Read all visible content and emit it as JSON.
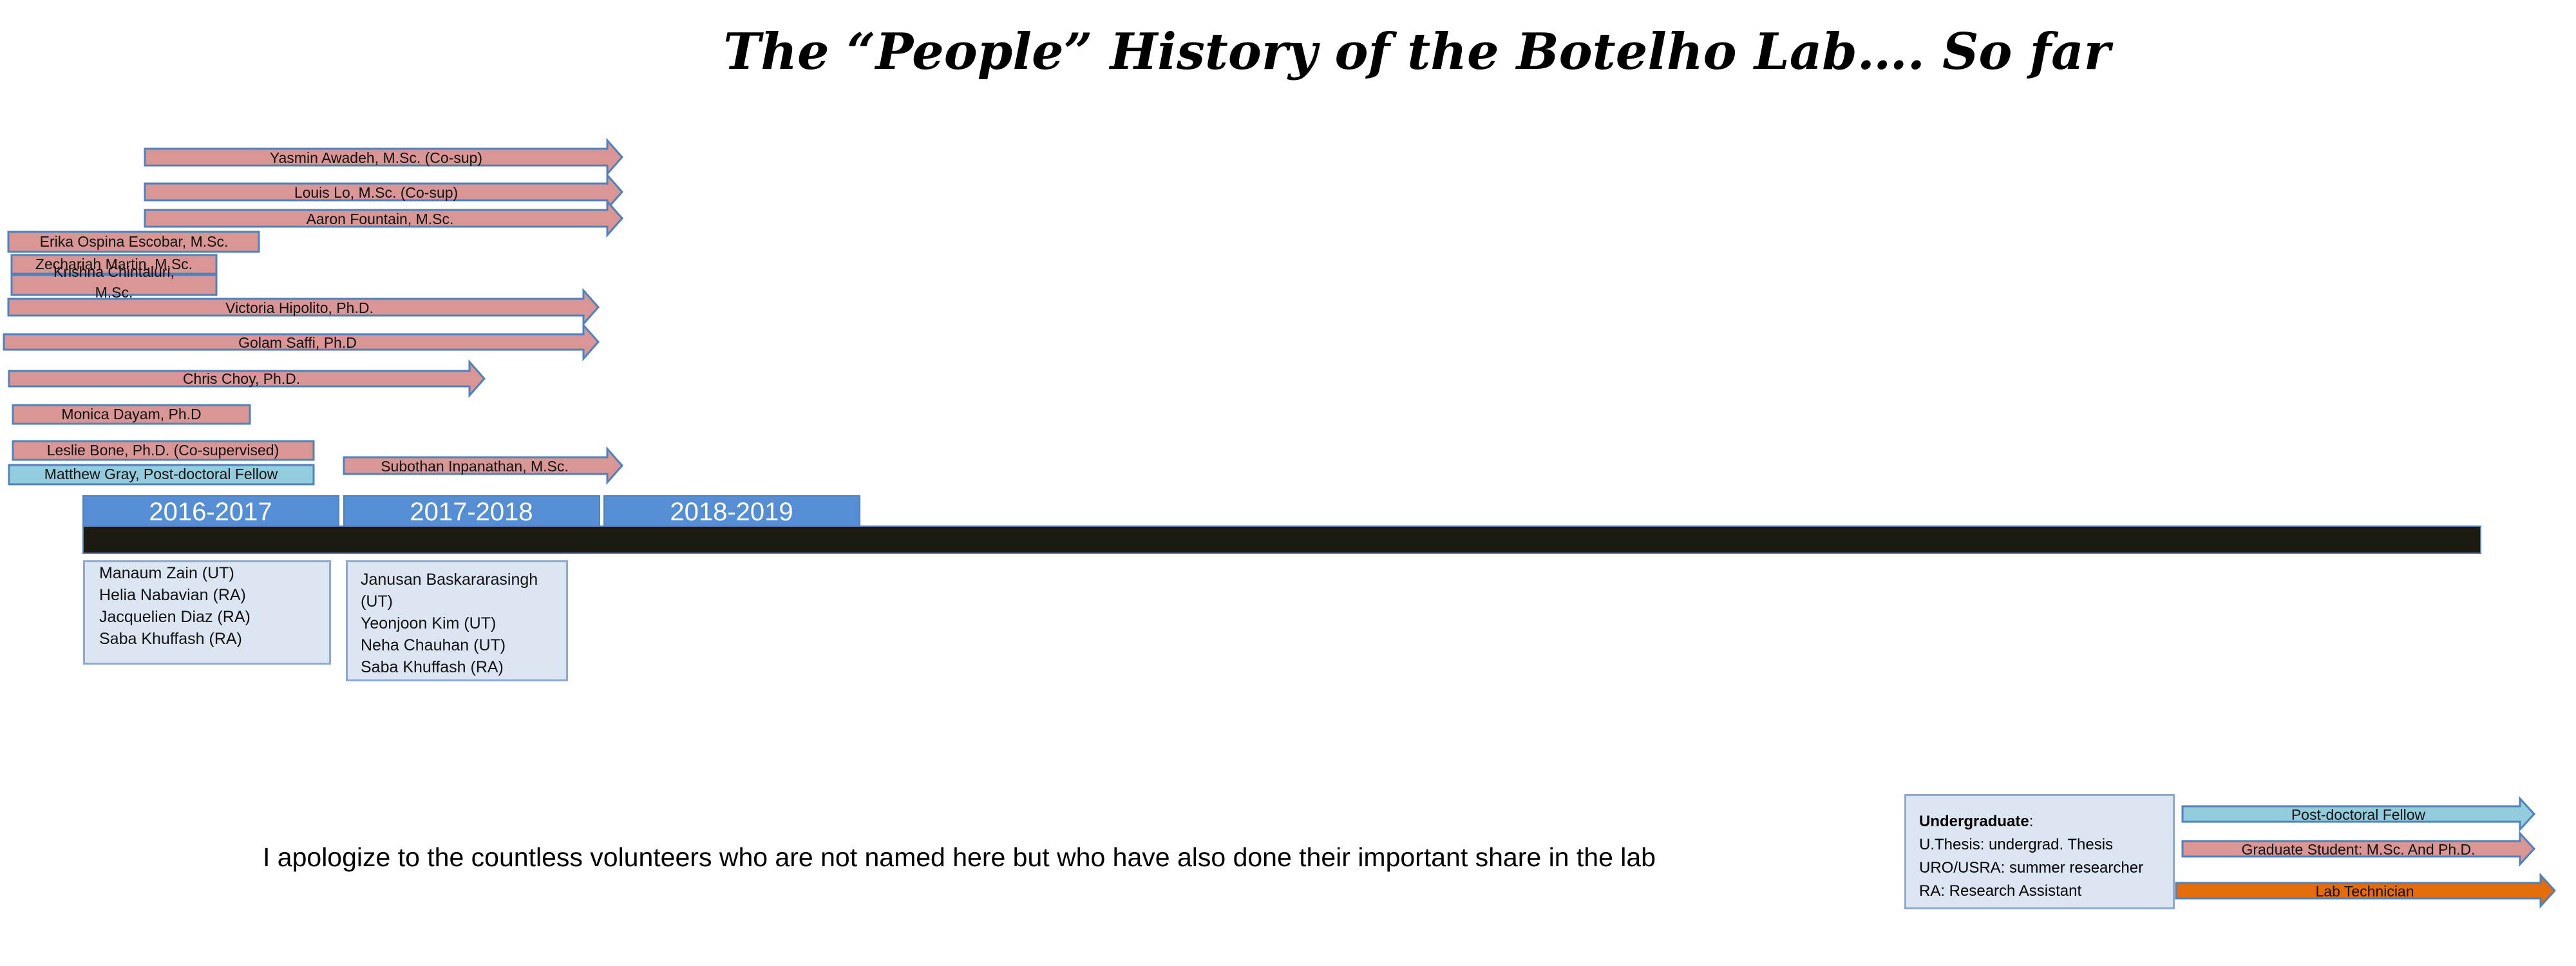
{
  "title": "The “People” History of the Botelho Lab…. So far",
  "colors": {
    "graduate": "#d99694",
    "postdoc": "#93cddd",
    "technician": "#e46c0a",
    "year_bar": "#558ed5",
    "timeline_axis": "#1d1b10",
    "arrow_border": "#4f81bd"
  },
  "people": [
    {
      "name": "Yasmin Awadeh, M.Sc. (Co-sup)",
      "role": "graduate",
      "ongoing": true
    },
    {
      "name": "Louis Lo, M.Sc. (Co-sup)",
      "role": "graduate",
      "ongoing": true
    },
    {
      "name": "Aaron Fountain, M.Sc.",
      "role": "graduate",
      "ongoing": true
    },
    {
      "name": "Erika Ospina Escobar, M.Sc.",
      "role": "graduate",
      "ongoing": false
    },
    {
      "name": "Zechariah Martin, M.Sc.",
      "role": "graduate",
      "ongoing": false
    },
    {
      "name": "Krishna Chintaluri, M.Sc.",
      "role": "graduate",
      "ongoing": false
    },
    {
      "name": "Victoria Hipolito, Ph.D.",
      "role": "graduate",
      "ongoing": true
    },
    {
      "name": "Golam Saffi, Ph.D",
      "role": "graduate",
      "ongoing": true
    },
    {
      "name": "Chris Choy, Ph.D.",
      "role": "graduate",
      "ongoing": true
    },
    {
      "name": "Monica Dayam, Ph.D",
      "role": "graduate",
      "ongoing": false
    },
    {
      "name": "Leslie Bone, Ph.D. (Co-supervised)",
      "role": "graduate",
      "ongoing": false
    },
    {
      "name": "Matthew Gray, Post-doctoral Fellow",
      "role": "postdoc",
      "ongoing": false
    },
    {
      "name": "Subothan Inpanathan, M.Sc.",
      "role": "graduate",
      "ongoing": true
    }
  ],
  "years": [
    "2016-2017",
    "2017-2018",
    "2018-2019"
  ],
  "undergrads": [
    {
      "year": "2016-2017",
      "entries": [
        "Manaum Zain (UT)",
        "Helia Nabavian (RA)",
        "Jacquelien Diaz (RA)",
        "Saba Khuffash (RA)"
      ]
    },
    {
      "year": "2017-2018",
      "entries": [
        "Janusan Baskararasingh",
        "(UT)",
        "Yeonjoon Kim (UT)",
        "Neha Chauhan (UT)",
        "Saba Khuffash (RA)"
      ]
    }
  ],
  "apology": "I apologize to the countless volunteers who are not named here but who have also done their important share in the lab",
  "legend": {
    "heading": "Undergraduate",
    "heading_suffix": ":",
    "items": [
      "U.Thesis: undergrad. Thesis",
      "URO/USRA: summer researcher",
      "RA: Research Assistant"
    ],
    "arrows": [
      {
        "label": "Post-doctoral Fellow",
        "role": "postdoc"
      },
      {
        "label": "Graduate Student: M.Sc. And Ph.D.",
        "role": "graduate"
      },
      {
        "label": "Lab Technician",
        "role": "technician"
      }
    ]
  }
}
